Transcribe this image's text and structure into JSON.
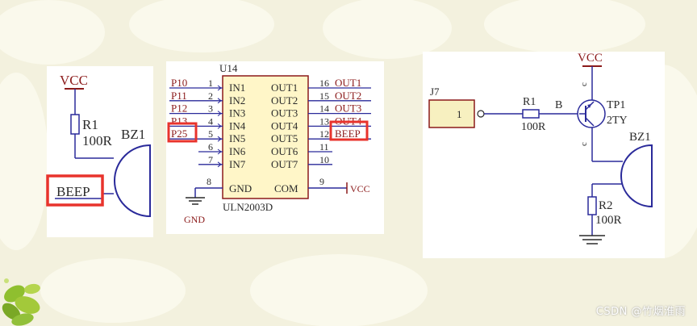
{
  "left": {
    "vcc": "VCC",
    "r1_name": "R1",
    "r1_value": "100R",
    "bz_name": "BZ1",
    "beep": "BEEP"
  },
  "mid": {
    "chip_name": "U14",
    "chip_part": "ULN2003D",
    "left_pins": [
      {
        "net": "P10",
        "num": "1",
        "name": "IN1"
      },
      {
        "net": "P11",
        "num": "2",
        "name": "IN2"
      },
      {
        "net": "P12",
        "num": "3",
        "name": "IN3"
      },
      {
        "net": "P13",
        "num": "4",
        "name": "IN4"
      },
      {
        "net": "P25",
        "num": "5",
        "name": "IN5"
      },
      {
        "net": "",
        "num": "6",
        "name": "IN6"
      },
      {
        "net": "",
        "num": "7",
        "name": "IN7"
      }
    ],
    "right_pins": [
      {
        "net": "OUT1",
        "num": "16",
        "name": "OUT1"
      },
      {
        "net": "OUT2",
        "num": "15",
        "name": "OUT2"
      },
      {
        "net": "OUT3",
        "num": "14",
        "name": "OUT3"
      },
      {
        "net": "OUT4",
        "num": "13",
        "name": "OUT4"
      },
      {
        "net": "BEEP",
        "num": "12",
        "name": "OUT5"
      },
      {
        "net": "",
        "num": "11",
        "name": "OUT6"
      },
      {
        "net": "",
        "num": "10",
        "name": "OUT7"
      }
    ],
    "gnd_pin_num": "8",
    "gnd_pin_name": "GND",
    "com_pin_num": "9",
    "com_pin_name": "COM",
    "com_net": "VCC",
    "gnd_label": "GND"
  },
  "right": {
    "j_name": "J7",
    "j_pin": "1",
    "r1_name": "R1",
    "r1_value": "100R",
    "base_label": "B",
    "tp_name": "TP1",
    "tp_value": "2TY",
    "collector_label": "c",
    "emitter_label": "c",
    "vcc": "VCC",
    "bz_name": "BZ1",
    "r2_name": "R2",
    "r2_value": "100R"
  },
  "watermark": "CSDN @竹烟淮雨",
  "colors": {
    "wire": "#2a2a9a",
    "label": "#8b1a1a",
    "highlight": "#e8332c",
    "chip_fill": "#fff6c8",
    "connector_fill": "#f7f0c0"
  }
}
